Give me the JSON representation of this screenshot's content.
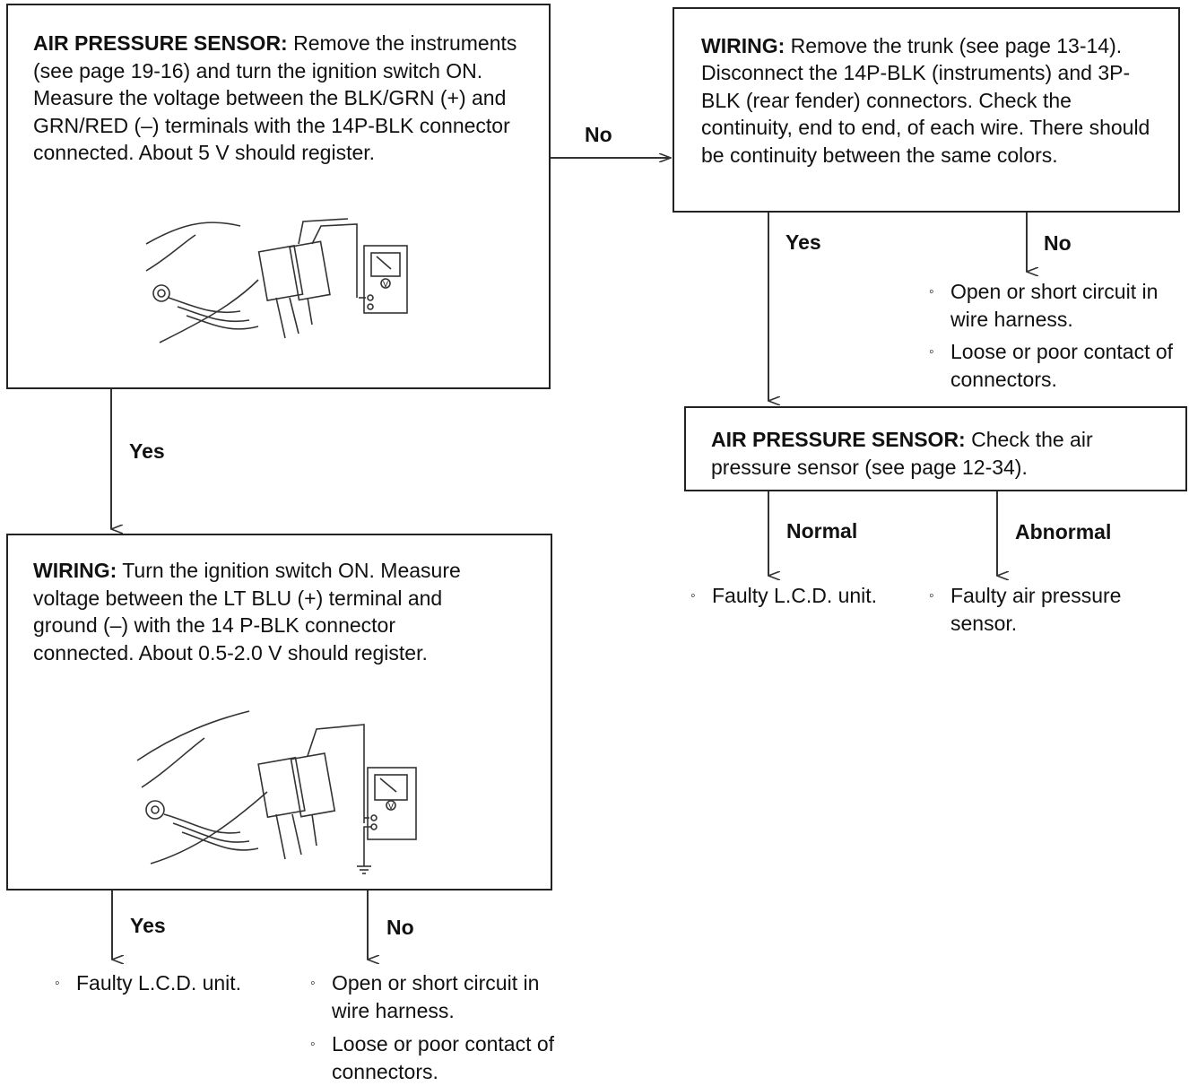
{
  "box1": {
    "head": "AIR PRESSURE SENSOR:",
    "body": " Remove the instruments (see page 19-16) and turn the ignition switch ON. Measure the voltage between the BLK/GRN (+) and GRN/RED (–) terminals with the 14P-BLK connector connected. About 5 V should register."
  },
  "box2": {
    "head": "WIRING:",
    "body": " Remove the trunk (see page 13-14). Disconnect the 14P-BLK (instruments) and 3P-BLK (rear fender) connectors. Check the continuity, end to end, of each wire. There should be continuity between the same colors."
  },
  "box3": {
    "head": "AIR PRESSURE SENSOR:",
    "body": " Check the air pressure sensor (see page 12-34)."
  },
  "box4": {
    "head": "WIRING:",
    "body": " Turn the ignition switch ON. Measure voltage between the LT BLU (+) terminal and ground (–) with the 14 P-BLK connector connected. About 0.5-2.0 V should register."
  },
  "labels": {
    "no_main": "No",
    "yes_box2": "Yes",
    "no_box2": "No",
    "yes_main": "Yes",
    "normal": "Normal",
    "abnormal": "Abnormal",
    "yes_box4": "Yes",
    "no_box4": "No"
  },
  "results": {
    "box2_no_1": "Open or short circuit in wire harness.",
    "box2_no_2": "Loose or poor contact of connectors.",
    "normal": "Faulty L.C.D. unit.",
    "abnormal": "Faulty air pressure sensor.",
    "box4_yes": "Faulty L.C.D. unit.",
    "box4_no_1": "Open or short circuit in wire harness.",
    "box4_no_2": "Loose or poor contact of connectors."
  },
  "illustration_meter_symbol": "V"
}
